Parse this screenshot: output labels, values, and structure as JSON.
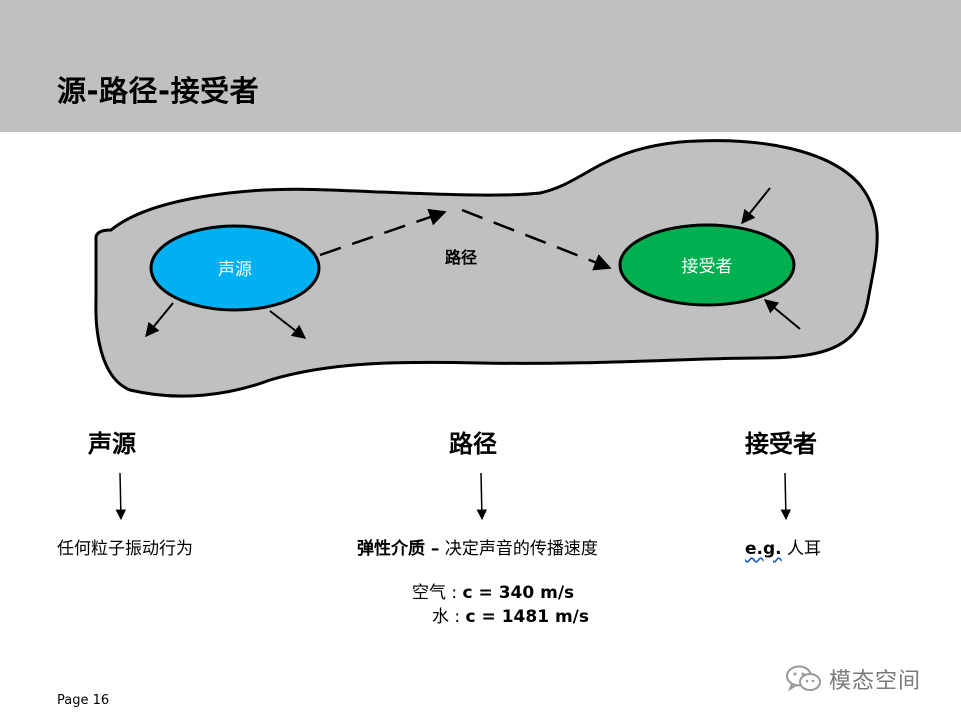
{
  "header": {
    "title": "源-路径-接受者"
  },
  "diagram": {
    "source_label": "声源",
    "path_label": "路径",
    "receiver_label": "接受者",
    "colors": {
      "blob": "#c0c0c0",
      "source": "#00b0f0",
      "receiver": "#00b050"
    }
  },
  "columns": {
    "source": {
      "heading": "声源",
      "desc": "任何粒子振动行为"
    },
    "path": {
      "heading": "路径",
      "desc_bold": "弹性介质 –",
      "desc_rest": "决定声音的传播速度",
      "air_label": "空气 :",
      "air_value": "c = 340 m/s",
      "water_label": "水 :",
      "water_value": "c = 1481 m/s"
    },
    "receiver": {
      "heading": "接受者",
      "eg": "e.g.",
      "desc": "人耳"
    }
  },
  "footer": {
    "page": "Page 16",
    "watermark": "模态空间",
    "watermark_icon": "wechat-icon"
  }
}
